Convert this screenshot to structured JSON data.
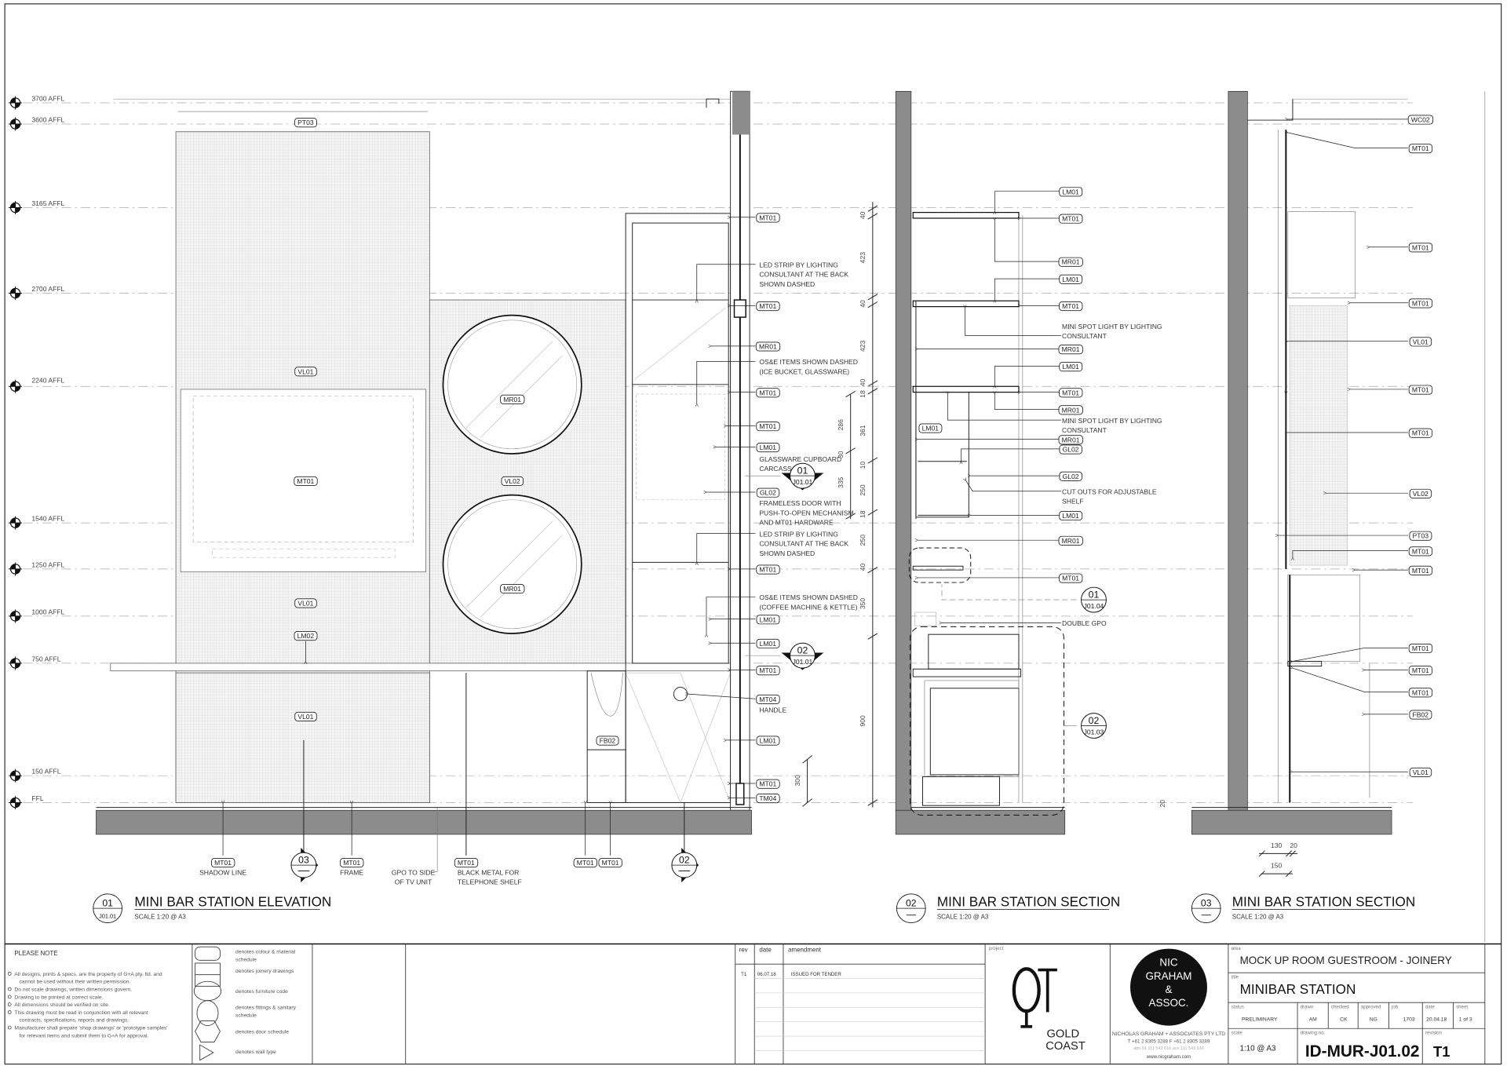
{
  "levels": [
    "3700 AFFL",
    "3600 AFFL",
    "3165 AFFL",
    "2700 AFFL",
    "2240 AFFL",
    "1540 AFFL",
    "1250 AFFL",
    "1000 AFFL",
    "750 AFFL",
    "150 AFFL",
    "FFL"
  ],
  "elevation": {
    "number": "01",
    "ref": "J01.01",
    "title": "MINI BAR STATION ELEVATION",
    "scale": "SCALE 1:20 @ A3",
    "tags": [
      "PT03",
      "VL01",
      "MT01",
      "VL01",
      "LM02",
      "VL01",
      "MR01",
      "VL02",
      "MR01",
      "FB02",
      "MT01",
      "MT01",
      "MR01",
      "MT01",
      "MT01",
      "LM01",
      "GL02",
      "MT01",
      "LM01",
      "LM01",
      "MT01",
      "MT04",
      "LM01",
      "MT01",
      "TM04",
      "MT01",
      "MT01",
      "MT01",
      "MT01",
      "MT01"
    ],
    "notes": [
      [
        "LED STRIP BY LIGHTING",
        "CONSULTANT AT THE BACK",
        "SHOWN DASHED"
      ],
      [
        "OS&E ITEMS SHOWN DASHED",
        "(ICE BUCKET, GLASSWARE)"
      ],
      [
        "GLASSWARE CUPBOARD",
        "CARCASS"
      ],
      [
        "FRAMELESS DOOR WITH",
        "PUSH-TO-OPEN MECHANISM",
        "AND MT01 HARDWARE"
      ],
      [
        "LED STRIP BY LIGHTING",
        "CONSULTANT AT THE BACK",
        "SHOWN DASHED"
      ],
      [
        "OS&E ITEMS SHOWN DASHED",
        "(COFFEE MACHINE & KETTLE)"
      ],
      [
        "HANDLE"
      ],
      [
        "SHADOW LINE"
      ],
      [
        "FRAME"
      ],
      [
        "GPO TO SIDE",
        "OF TV UNIT"
      ],
      [
        "BLACK METAL FOR",
        "TELEPHONE SHELF"
      ]
    ],
    "markers": [
      {
        "num": "01",
        "ref": "J01.01"
      },
      {
        "num": "02",
        "ref": "J01.01"
      },
      {
        "num": "03",
        "ref": ""
      },
      {
        "num": "02",
        "ref": ""
      }
    ],
    "dims": [
      "300"
    ]
  },
  "section2": {
    "number": "02",
    "title": "MINI BAR STATION SECTION",
    "scale": "SCALE 1:20 @ A3",
    "tags": [
      "LM01",
      "MT01",
      "MR01",
      "LM01",
      "MT01",
      "MR01",
      "LM01",
      "MT01",
      "MR01",
      "MR01",
      "GL02",
      "GL02",
      "LM01",
      "MR01",
      "MT01",
      "LM01"
    ],
    "notes": [
      [
        "MINI SPOT LIGHT BY LIGHTING",
        "CONSULTANT"
      ],
      [
        "MINI SPOT LIGHT BY LIGHTING",
        "CONSULTANT"
      ],
      [
        "CUT OUTS FOR ADJUSTABLE",
        "SHELF"
      ],
      [
        "DOUBLE GPO"
      ]
    ],
    "markers": [
      {
        "num": "01",
        "ref": "J01.04"
      },
      {
        "num": "02",
        "ref": "J01.03"
      }
    ],
    "dims": [
      "40",
      "423",
      "40",
      "423",
      "40",
      "18",
      "361",
      "10",
      "250",
      "18",
      "250",
      "40",
      "350",
      "900",
      "286",
      "30",
      "335",
      "20"
    ]
  },
  "section3": {
    "number": "03",
    "title": "MINI BAR STATION SECTION",
    "scale": "SCALE 1:20 @ A3",
    "tags": [
      "WC02",
      "MT01",
      "MT01",
      "MT01",
      "VL01",
      "MT01",
      "MT01",
      "VL02",
      "PT03",
      "MT01",
      "MT01",
      "MT01",
      "MT01",
      "MT01",
      "FB02",
      "VL01"
    ],
    "dims": [
      "130",
      "20",
      "150"
    ]
  },
  "titleblock": {
    "please_note": "PLEASE NOTE",
    "notes": [
      [
        "All designs, prints & specs. are the property of G+A pty. ltd. and",
        "cannot be used without their written permission."
      ],
      [
        "Do not scale drawings, written dimensions govern."
      ],
      [
        "Drawing to be printed at correct scale."
      ],
      [
        "All dimensions should be verified on site."
      ],
      [
        "This drawing must be read in conjunction with all relevant",
        "contracts, specifications, reports and drawings."
      ],
      [
        "Manufacturer shall prepare 'shop drawings' or 'prototype samples'",
        "for relevant items and submit them to G+A for approval."
      ]
    ],
    "legend": [
      [
        "denotes colour & material",
        "schedule"
      ],
      [
        "denotes joinery drawings"
      ],
      [
        "denotes furniture code"
      ],
      [
        "denotes fittings & sanitary",
        "schedule"
      ],
      [
        "denotes door schedule"
      ],
      [
        "denotes wall type"
      ]
    ],
    "rev_header": {
      "rev": "rev",
      "date": "date",
      "amendment": "amendment"
    },
    "revisions": [
      {
        "rev": "T1",
        "date": "06.07.18",
        "amendment": "ISSUED FOR TENDER"
      }
    ],
    "project_label": "project",
    "project_logo": {
      "mark": "QT",
      "line1": "GOLD",
      "line2": "COAST"
    },
    "firm_logo": [
      "NIC",
      "GRAHAM",
      "&",
      "ASSOC."
    ],
    "firm": {
      "name": "NICHOLAS GRAHAM  + ASSOCIATES PTY LTD",
      "phone": "T +61 2 8305 3288   F +61 2 8305 3289",
      "abn": "abn 91 111 543 616 acn 111 543 616",
      "web": "www.nicgraham.com"
    },
    "area_label": "area",
    "area": "MOCK UP ROOM GUESTROOM - JOINERY",
    "title_label": "title",
    "title": "MINIBAR STATION",
    "status_label": "status",
    "status": "PRELIMINARY",
    "drawn_label": "drawn",
    "drawn": "AM",
    "checked_label": "checked",
    "checked": "CK",
    "approved_label": "approved",
    "approved": "NG",
    "job_label": "job",
    "job": "1703",
    "date_label": "date",
    "date": "20.04.18",
    "sheet_label": "sheet",
    "sheet": "1 of 3",
    "scale_label": "scale",
    "scale": "1:10 @ A3",
    "drawing_no_label": "drawing no.",
    "drawing_no": "ID-MUR-J01.02",
    "revision_label": "revision",
    "revision": "T1"
  }
}
